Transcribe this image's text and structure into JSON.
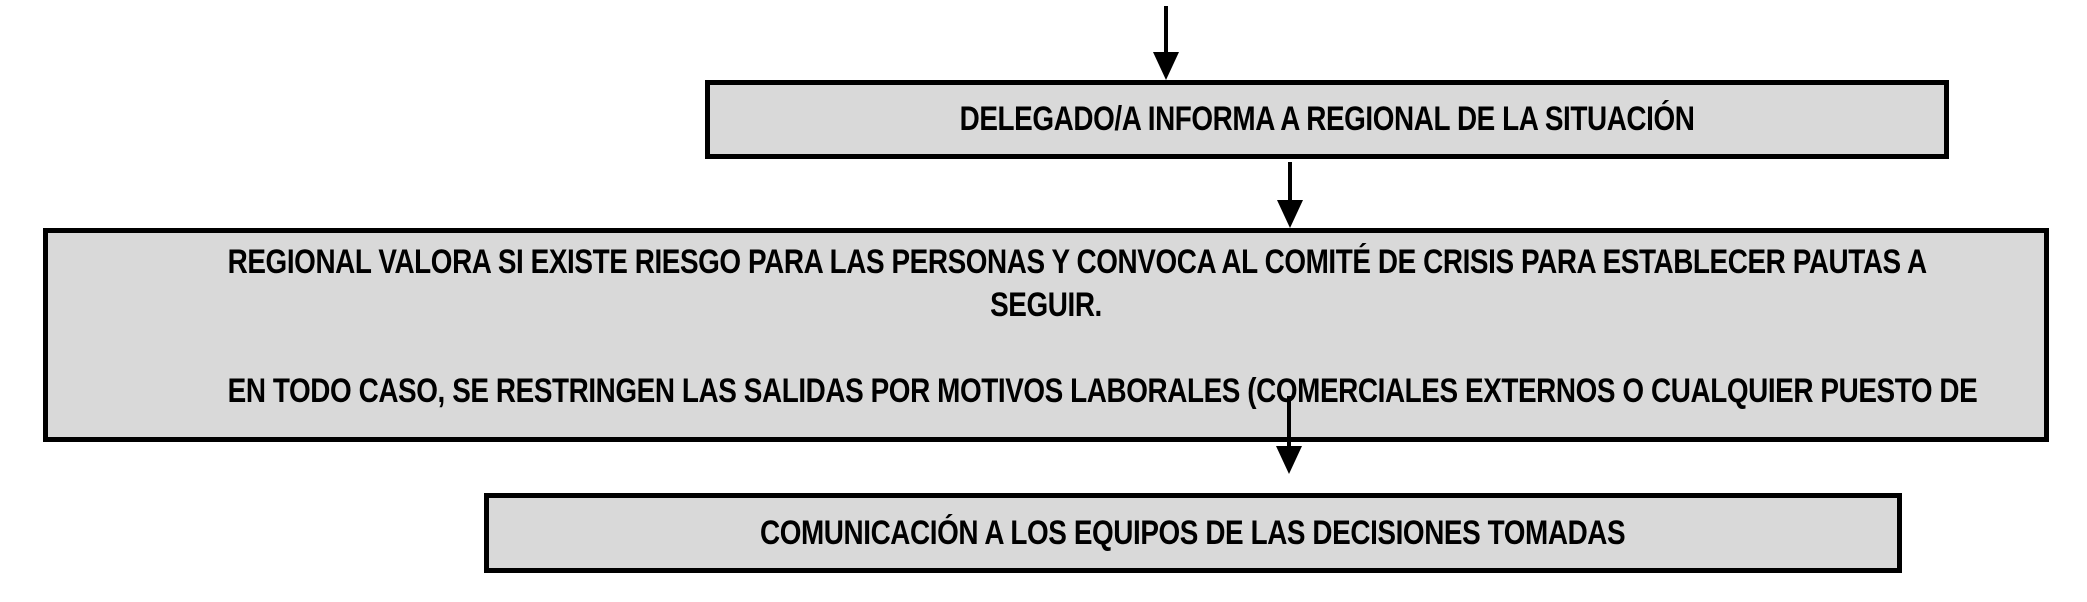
{
  "diagram": {
    "type": "flowchart",
    "direction": "top-down",
    "colors": {
      "box_fill": "#d9d9d9",
      "box_border": "#000000",
      "text": "#000000",
      "arrow": "#000000",
      "background": "#ffffff"
    },
    "nodes": [
      {
        "id": "delegado-informa",
        "lines": [
          "DELEGADO/A INFORMA A REGIONAL DE LA SITUACIÓN"
        ]
      },
      {
        "id": "regional-valora",
        "lines": [
          "REGIONAL VALORA SI EXISTE RIESGO PARA LAS PERSONAS Y CONVOCA AL COMITÉ DE CRISIS PARA ESTABLECER PAUTAS A",
          "SEGUIR.",
          "",
          "EN TODO CASO, SE RESTRINGEN LAS SALIDAS POR MOTIVOS LABORALES (COMERCIALES EXTERNOS O CUALQUIER PUESTO DE"
        ],
        "note_text_clipped": true
      },
      {
        "id": "comunicacion-equipos",
        "lines": [
          "COMUNICACIÓN A LOS EQUIPOS DE LAS DECISIONES TOMADAS"
        ]
      }
    ],
    "connectors": [
      {
        "id": "arrow-into-delegado",
        "to": "delegado-informa",
        "direction": "down"
      },
      {
        "id": "arrow-delegado-to-regional",
        "from": "delegado-informa",
        "to": "regional-valora",
        "direction": "down"
      },
      {
        "id": "arrow-regional-to-comunicacion",
        "from": "regional-valora",
        "to": "comunicacion-equipos",
        "direction": "down"
      }
    ]
  }
}
